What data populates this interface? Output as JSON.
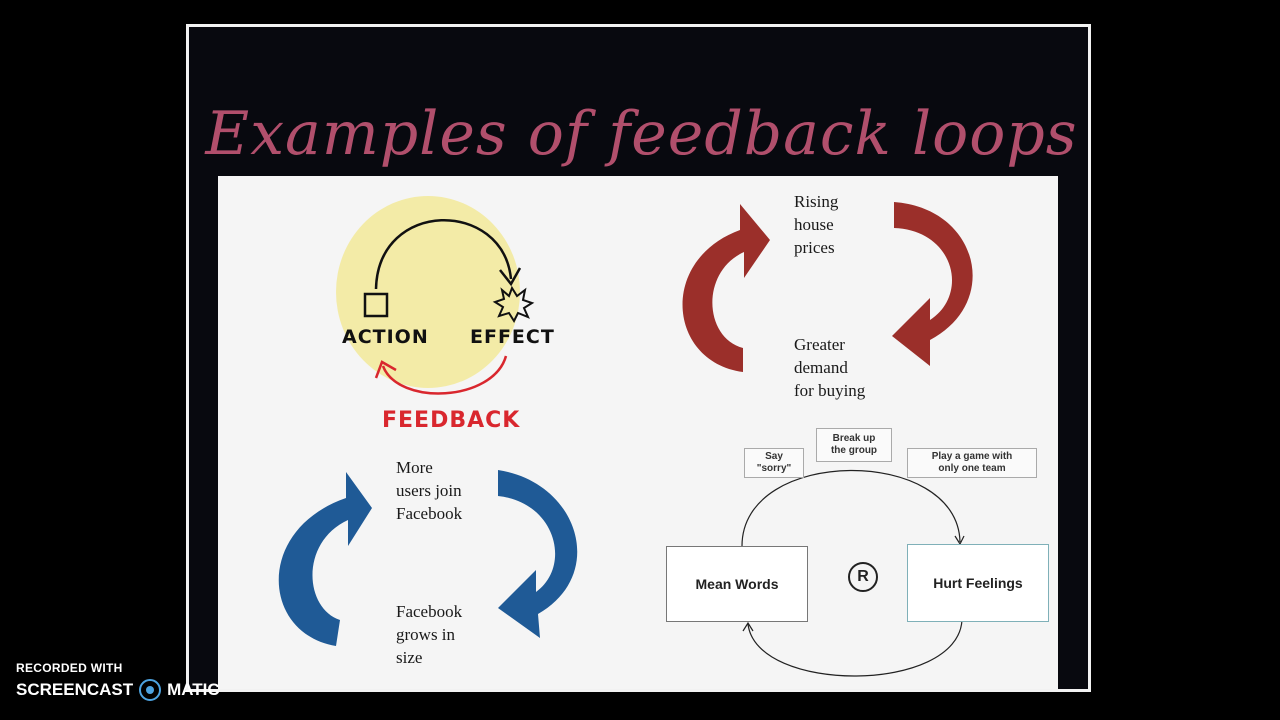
{
  "slide": {
    "title": "Examples of feedback loops"
  },
  "action_effect_diagram": {
    "action_label": "ACTION",
    "effect_label": "EFFECT",
    "feedback_label": "FEEDBACK",
    "highlight_color": "#f3ea9e",
    "feedback_color": "#d9272e"
  },
  "house_price_loop": {
    "top_text": "Rising\nhouse\nprices",
    "bottom_text": "Greater\ndemand\nfor buying",
    "arrow_color": "#9b2f2a"
  },
  "facebook_loop": {
    "top_text": "More\nusers join\nFacebook",
    "bottom_text": "Facebook\ngrows in\nsize",
    "arrow_color": "#1f5a96"
  },
  "mean_words_loop": {
    "left_box": "Mean Words",
    "right_box": "Hurt Feelings",
    "center_symbol": "R",
    "notes": [
      "Say\n\"sorry\"",
      "Break up\nthe group",
      "Play a game with\nonly one team"
    ]
  },
  "watermark": {
    "recorded_with": "RECORDED WITH",
    "brand_left": "SCREENCAST",
    "brand_right": "MATIC"
  }
}
